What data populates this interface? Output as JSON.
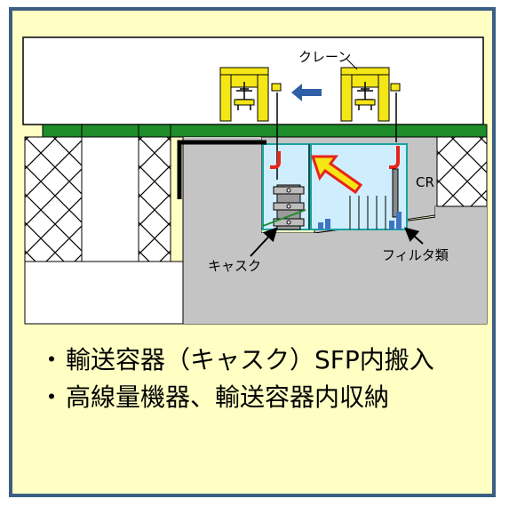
{
  "diagram": {
    "crane_label": "クレーン",
    "cr_label": "CR",
    "cask_label": "キャスク",
    "filter_label": "フィルタ類",
    "colors": {
      "panel_bg": "#ffffc4",
      "panel_border": "#3b5e84",
      "crane_yellow": "#f5e616",
      "deck_green": "#1e8c2a",
      "pool_water": "#cfeefd",
      "pool_edge": "#1aa3a0",
      "arrow_blue": "#2f5fa6",
      "arrow_red": "#e8241a",
      "wall_gray": "#c4c4c4",
      "bar_blue": "#3f74c2"
    }
  },
  "bullets": [
    {
      "mark": "・",
      "text": "輸送容器（キャスク）SFP内搬入"
    },
    {
      "mark": "・",
      "text": "高線量機器、輸送容器内収納"
    }
  ]
}
